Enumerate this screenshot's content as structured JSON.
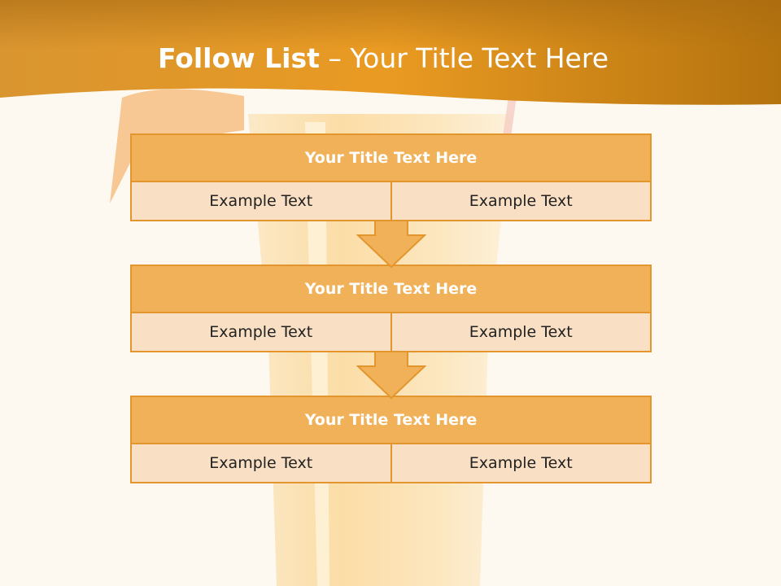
{
  "slide": {
    "title_bold": "Follow List",
    "title_rest": "– Your Title Text Here"
  },
  "steps": [
    {
      "title": "Your Title Text Here",
      "left": "Example Text",
      "right": "Example Text"
    },
    {
      "title": "Your Title Text Here",
      "left": "Example Text",
      "right": "Example Text"
    },
    {
      "title": "Your Title Text Here",
      "left": "Example Text",
      "right": "Example Text"
    }
  ],
  "colors": {
    "header_orange": "#e6911a",
    "box_title": "#f1b158",
    "box_cell": "#f9dfc3",
    "border": "#e3962d",
    "background": "#fdf9f0"
  }
}
